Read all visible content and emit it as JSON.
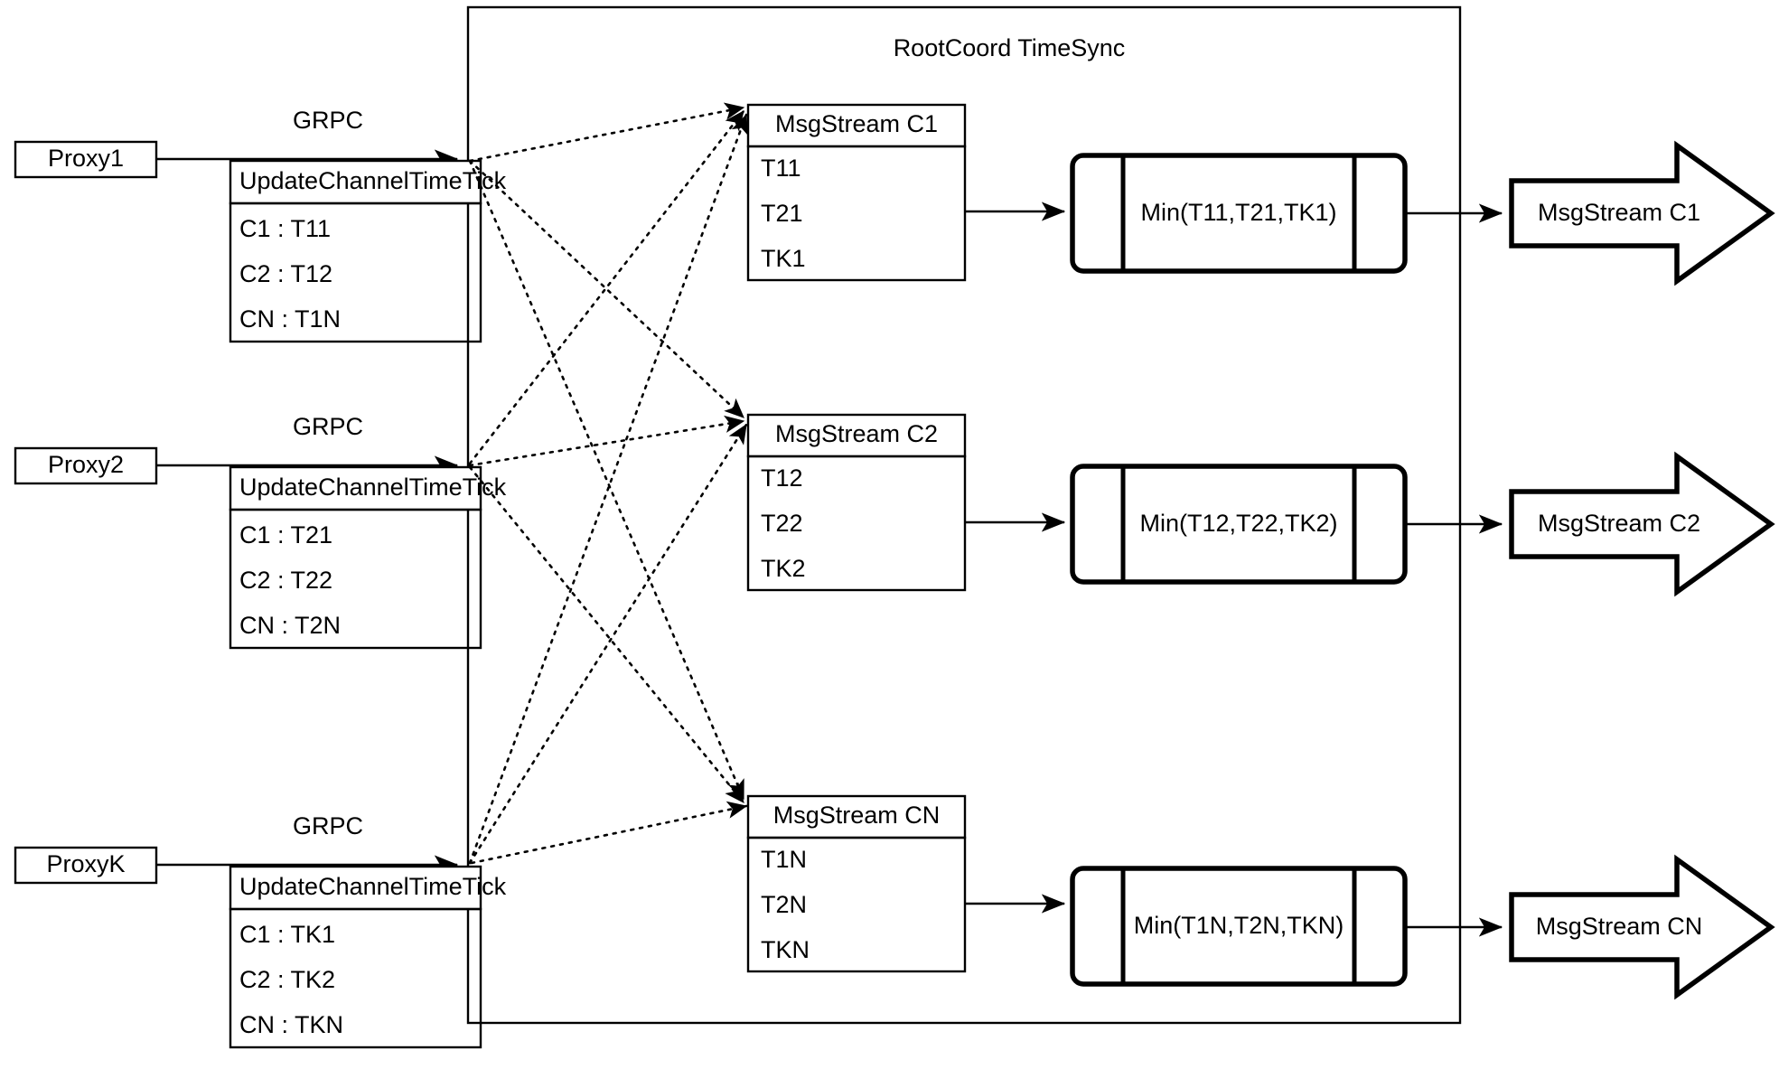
{
  "diagram": {
    "title": "RootCoord TimeSync",
    "link_label": "GRPC",
    "proxies": [
      {
        "name": "Proxy1",
        "link_label": "GRPC",
        "request_header": "UpdateChannelTimeTick",
        "rows": [
          "C1 :  T11",
          "C2 :  T12",
          "CN : T1N"
        ]
      },
      {
        "name": "Proxy2",
        "link_label": "GRPC",
        "request_header": "UpdateChannelTimeTick",
        "rows": [
          "C1 :  T21",
          "C2 :  T22",
          "CN : T2N"
        ]
      },
      {
        "name": "ProxyK",
        "link_label": "GRPC",
        "request_header": "UpdateChannelTimeTick",
        "rows": [
          "C1 :  TK1",
          "C2 :  TK2",
          "CN : TKN"
        ]
      }
    ],
    "channels": [
      {
        "msgstream_header": "MsgStream C1",
        "msgstream_rows": [
          "T11",
          "T21",
          "TK1"
        ],
        "min_label": "Min(T11,T21,TK1)",
        "output_label": "MsgStream C1"
      },
      {
        "msgstream_header": "MsgStream C2",
        "msgstream_rows": [
          "T12",
          "T22",
          "TK2"
        ],
        "min_label": "Min(T12,T22,TK2)",
        "output_label": "MsgStream C2"
      },
      {
        "msgstream_header": "MsgStream CN",
        "msgstream_rows": [
          "T1N",
          "T2N",
          "TKN"
        ],
        "min_label": "Min(T1N,T2N,TKN)",
        "output_label": "MsgStream CN"
      }
    ],
    "colors": {
      "stroke": "#000000",
      "fill": "#ffffff",
      "background": "#ffffff"
    }
  }
}
